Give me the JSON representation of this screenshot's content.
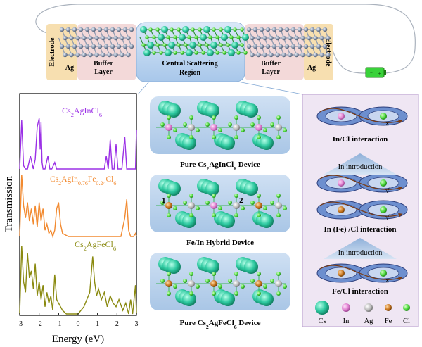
{
  "device": {
    "electrode": "Electrode",
    "ag": "Ag",
    "buffer_left": [
      "Buffer",
      "Layer"
    ],
    "central": [
      "Central Scattering",
      "Region"
    ],
    "buffer_right": [
      "Buffer",
      "Layer"
    ]
  },
  "chart_data": {
    "type": "line",
    "xlabel": "Energy (eV)",
    "ylabel": "Transmission",
    "xlim": [
      -3,
      3
    ],
    "x_ticks": [
      "-3",
      "-2",
      "-1",
      "0",
      "1",
      "2",
      "3"
    ],
    "grid": false,
    "series": [
      {
        "name": "Cs2AgInCl6",
        "name_parts": [
          "Cs",
          "2",
          "AgInCl",
          "6"
        ],
        "color": "#9b30e6",
        "x": [
          -3.0,
          -2.9,
          -2.8,
          -2.7,
          -2.6,
          -2.45,
          -2.3,
          -2.2,
          -2.1,
          -2.0,
          -1.95,
          -1.9,
          -1.85,
          -1.8,
          -1.7,
          -1.55,
          -1.45,
          -1.35,
          -1.2,
          -1.1,
          -1.05,
          -0.9,
          -0.6,
          0.0,
          0.6,
          1.0,
          1.2,
          1.35,
          1.45,
          1.55,
          1.65,
          1.75,
          1.85,
          1.95,
          2.05,
          2.25,
          2.4,
          2.5,
          2.6,
          2.75,
          2.85,
          2.95,
          3.0
        ],
        "y": [
          0.0,
          0.75,
          0.05,
          0.0,
          0.0,
          0.2,
          0.0,
          0.15,
          0.65,
          0.78,
          0.3,
          0.72,
          0.1,
          0.0,
          0.0,
          0.2,
          0.0,
          0.0,
          0.1,
          0.0,
          0.0,
          0.0,
          0.0,
          0.0,
          0.0,
          0.0,
          0.0,
          0.0,
          0.2,
          0.0,
          0.45,
          0.0,
          0.0,
          0.38,
          0.0,
          0.0,
          0.5,
          0.0,
          0.0,
          0.0,
          0.0,
          0.0,
          0.6
        ]
      },
      {
        "name": "Cs2AgIn0.76Fe0.24Cl6",
        "name_parts": [
          "Cs",
          "2",
          "AgIn",
          "0.76",
          "Fe",
          "0.24",
          "Cl",
          "6"
        ],
        "color": "#f28a30",
        "x": [
          -3.0,
          -2.9,
          -2.8,
          -2.7,
          -2.6,
          -2.5,
          -2.4,
          -2.3,
          -2.2,
          -2.1,
          -2.0,
          -1.9,
          -1.8,
          -1.7,
          -1.6,
          -1.5,
          -1.4,
          -1.3,
          -1.2,
          -1.1,
          -1.0,
          -0.9,
          -0.8,
          -0.5,
          0.0,
          0.8,
          1.4,
          1.9,
          2.2,
          2.4,
          2.5,
          2.6,
          2.7,
          2.85,
          2.95,
          3.0
        ],
        "y": [
          0.0,
          1.0,
          0.5,
          0.3,
          0.55,
          0.25,
          0.45,
          0.2,
          0.5,
          0.15,
          0.55,
          0.25,
          0.45,
          0.1,
          0.2,
          0.05,
          0.1,
          0.0,
          0.1,
          0.45,
          0.55,
          0.2,
          0.05,
          0.0,
          0.0,
          0.0,
          0.0,
          0.0,
          0.0,
          0.3,
          0.6,
          0.1,
          0.0,
          0.0,
          0.05,
          0.0
        ]
      },
      {
        "name": "Cs2AgFeCl6",
        "name_parts": [
          "Cs",
          "2",
          "AgFeCl",
          "6"
        ],
        "color": "#8a8a10",
        "x": [
          -3.0,
          -2.9,
          -2.8,
          -2.7,
          -2.6,
          -2.5,
          -2.4,
          -2.3,
          -2.2,
          -2.1,
          -2.0,
          -1.9,
          -1.8,
          -1.7,
          -1.6,
          -1.5,
          -1.4,
          -1.3,
          -1.2,
          -1.1,
          -1.0,
          -0.9,
          -0.8,
          -0.6,
          -0.3,
          0.0,
          0.3,
          0.6,
          0.75,
          0.85,
          0.95,
          1.05,
          1.2,
          1.35,
          1.5,
          1.65,
          1.8,
          1.95,
          2.1,
          2.3,
          2.45,
          2.6,
          2.7,
          2.8,
          2.95,
          3.0
        ],
        "y": [
          0.0,
          0.95,
          0.45,
          0.3,
          0.85,
          0.5,
          0.6,
          0.35,
          0.7,
          0.25,
          0.45,
          0.2,
          0.4,
          0.1,
          0.3,
          0.15,
          0.25,
          0.05,
          0.55,
          0.2,
          0.15,
          0.1,
          0.05,
          0.0,
          0.0,
          0.0,
          0.1,
          0.3,
          0.8,
          0.45,
          0.25,
          0.35,
          0.2,
          0.3,
          0.1,
          0.25,
          0.15,
          0.1,
          0.2,
          0.05,
          0.15,
          0.0,
          0.2,
          0.0,
          0.4,
          0.0
        ]
      }
    ]
  },
  "structures": [
    {
      "caption_parts": [
        "Pure Cs",
        "2",
        "AgInCl",
        "6",
        " Device"
      ],
      "dopant_color": "#e07fd0",
      "site_labels": []
    },
    {
      "caption_parts": [
        "Fe/In Hybrid Device"
      ],
      "dopant_color": "#e07fd0",
      "site_labels": [
        "1",
        "2"
      ]
    },
    {
      "caption_parts": [
        "Pure Cs",
        "2",
        "AgFeCl",
        "6",
        " Device"
      ],
      "dopant_color": "#c9761e",
      "site_labels": []
    }
  ],
  "interaction_panel": {
    "labels": [
      "In/Cl interaction",
      "In introduction",
      "In (Fe) /Cl interaction",
      "In introduction",
      "Fe/Cl interaction"
    ],
    "legend": [
      {
        "name": "Cs",
        "color": "#2ec9a0"
      },
      {
        "name": "In",
        "color": "#e07fd0"
      },
      {
        "name": "Ag",
        "color": "#bcbcbc"
      },
      {
        "name": "Fe",
        "color": "#c9761e"
      },
      {
        "name": "Cl",
        "color": "#4ad83a"
      }
    ]
  }
}
